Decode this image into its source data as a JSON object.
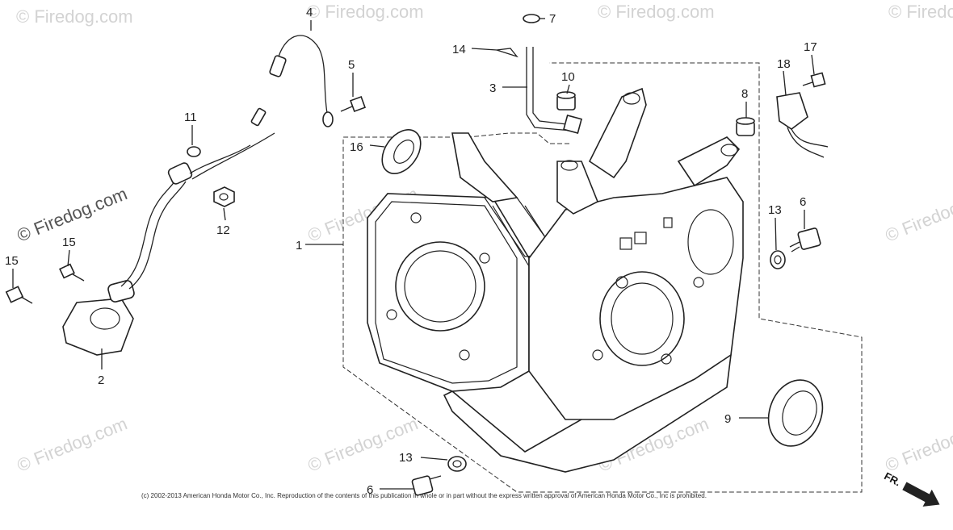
{
  "watermark": {
    "text": "© Firedog.com"
  },
  "callouts": {
    "c1": "1",
    "c2": "2",
    "c3": "3",
    "c4": "4",
    "c5": "5",
    "c6a": "6",
    "c6b": "6",
    "c7": "7",
    "c8": "8",
    "c9": "9",
    "c10": "10",
    "c11": "11",
    "c12": "12",
    "c13a": "13",
    "c13b": "13",
    "c14": "14",
    "c15a": "15",
    "c15b": "15",
    "c16": "16",
    "c17": "17",
    "c18": "18"
  },
  "copyright": "(c) 2002-2013 American Honda Motor Co., Inc. Reproduction of the contents of this publication in whole or in part without the express written approval of American Honda Motor Co., Inc is prohibited.",
  "direction_label": "FR."
}
